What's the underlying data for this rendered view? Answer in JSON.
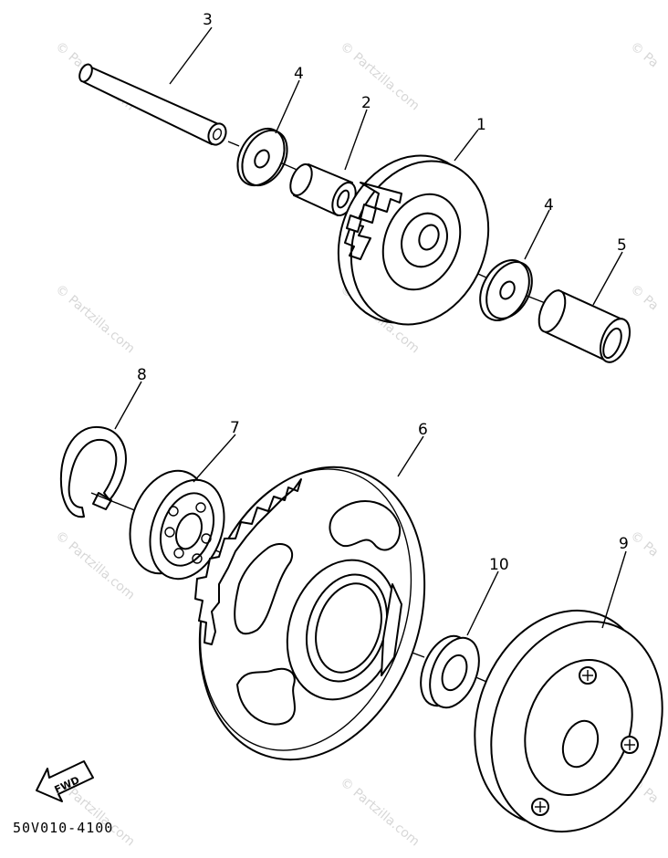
{
  "parts": [
    {
      "id": "1",
      "name": "gear"
    },
    {
      "id": "2",
      "name": "bushing"
    },
    {
      "id": "3",
      "name": "shaft"
    },
    {
      "id": "4",
      "name": "washer"
    },
    {
      "id": "5",
      "name": "collar"
    },
    {
      "id": "6",
      "name": "starter-wheel-gear"
    },
    {
      "id": "7",
      "name": "bearing"
    },
    {
      "id": "8",
      "name": "circlip"
    },
    {
      "id": "9",
      "name": "starter-clutch"
    },
    {
      "id": "10",
      "name": "washer"
    }
  ],
  "labels": {
    "p1": "1",
    "p2": "2",
    "p3": "3",
    "p4a": "4",
    "p4b": "4",
    "p5": "5",
    "p6": "6",
    "p7": "7",
    "p8": "8",
    "p9": "9",
    "p10": "10"
  },
  "fwd_label": "FWD",
  "diagram_code": "50V010-4100",
  "watermark": "© Partzilla.com",
  "watermark_short": "© Pa"
}
